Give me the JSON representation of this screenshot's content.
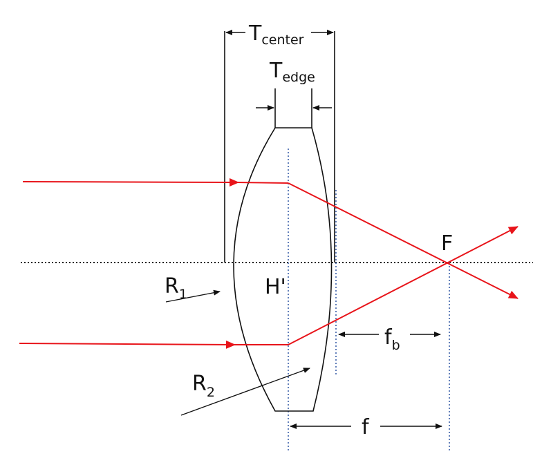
{
  "labels": {
    "t_center_main": "T",
    "t_center_sub": "center",
    "t_edge_main": "T",
    "t_edge_sub": "edge",
    "focal_point": "F",
    "principal_plane": "H'",
    "r1_main": "R",
    "r1_sub": "1",
    "r2_main": "R",
    "r2_sub": "2",
    "fb_main": "f",
    "fb_sub": "b",
    "f": "f"
  },
  "colors": {
    "ray": "#e8141a",
    "outline": "#111111",
    "plane": "#3a5fa8",
    "axis": "#111111"
  }
}
